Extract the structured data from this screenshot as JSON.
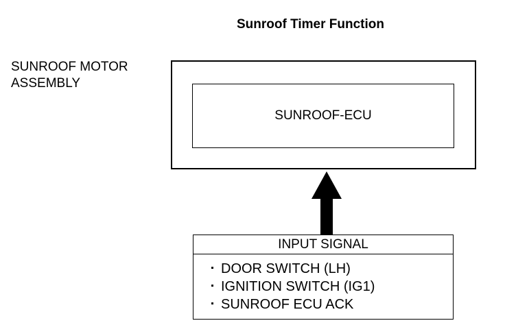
{
  "title": "Sunroof Timer Function",
  "assembly": {
    "label": "SUNROOF MOTOR\nASSEMBLY",
    "ecu_label": "SUNROOF-ECU"
  },
  "arrow": {
    "icon": "arrow-up-icon",
    "direction": "up",
    "color": "#000000"
  },
  "input_signal": {
    "header": "INPUT SIGNAL",
    "items": [
      {
        "label": "DOOR SWITCH (LH)"
      },
      {
        "label": "IGNITION SWITCH (IG1)"
      },
      {
        "label": "SUNROOF ECU ACK"
      }
    ]
  },
  "colors": {
    "background": "#ffffff",
    "stroke": "#000000",
    "text": "#000000"
  }
}
